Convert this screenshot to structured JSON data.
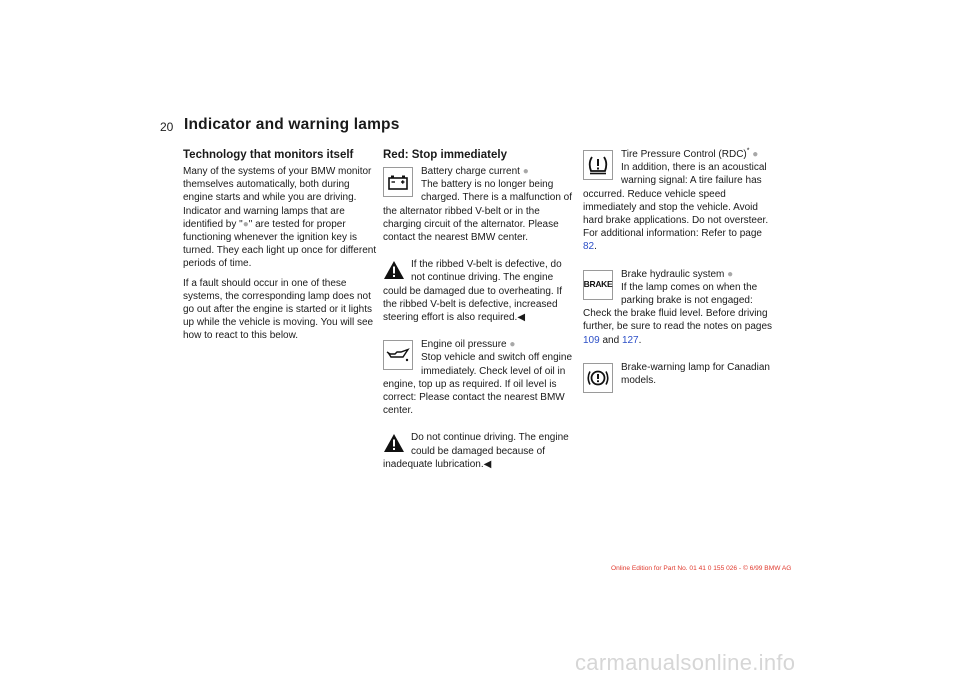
{
  "page_number": "20",
  "title": "Indicator and warning lamps",
  "col1": {
    "heading": "Technology that monitors itself",
    "p1": "Many of the systems of your BMW monitor themselves automatically, both during engine starts and while you are driving. Indicator and warning lamps that are identified by \"",
    "p1_dot": "●",
    "p1_end": "\" are tested for proper functioning whenever the ignition key is turned. They each light up once for different periods of time.",
    "p2": "If a fault should occur in one of these systems, the corresponding lamp does not go out after the engine is started or it lights up while the vehicle is moving. You will see how to react to this below."
  },
  "col2": {
    "heading": "Red: Stop immediately",
    "battery": {
      "title": "Battery charge current",
      "dot": "●",
      "text": "The battery is no longer being charged. There is a malfunction of the alternator ribbed V-belt or in the charging circuit of the alternator. Please contact the nearest BMW center."
    },
    "warn1": "If the ribbed V-belt is defective, do not continue driving. The engine could be damaged due to overheating. If the ribbed V-belt is defective, increased steering effort is also required.",
    "warn1_end": "◀",
    "oil": {
      "title": "Engine oil pressure",
      "dot": "●",
      "text": "Stop vehicle and switch off engine immediately. Check level of oil in engine, top up as required. If oil level is correct: Please contact the nearest BMW center."
    },
    "warn2": "Do not continue driving. The engine could be damaged because of inadequate lubrication.",
    "warn2_end": "◀"
  },
  "col3": {
    "rdc": {
      "title": "Tire Pressure Control (RDC)",
      "star": "*",
      "dot": "●",
      "text_a": "In addition, there is an acoustical warning signal: A tire failure has occurred. Reduce vehicle speed immediately and stop the vehicle. Avoid hard brake applications. Do not oversteer.",
      "text_b": "For additional information: Refer to page",
      "page": "82",
      "text_c": "."
    },
    "brake": {
      "icon_text": "BRAKE",
      "title": "Brake hydraulic system",
      "dot": "●",
      "text_a": "If the lamp comes on when the parking brake is not engaged: Check the brake fluid level. Before driving further, be sure to read the notes on pages",
      "page1": "109",
      "and": "and",
      "page2": "127",
      "text_c": "."
    },
    "canada": {
      "title": "Brake-warning lamp for Canadian models."
    }
  },
  "footer": "Online Edition for Part No. 01 41 0 155 026 - © 6/99 BMW AG",
  "watermark": "carmanualsonline.info",
  "colors": {
    "text": "#1a1a1a",
    "link": "#2c4fc7",
    "footer": "#e03a2e",
    "dot": "#a8a8a8"
  }
}
